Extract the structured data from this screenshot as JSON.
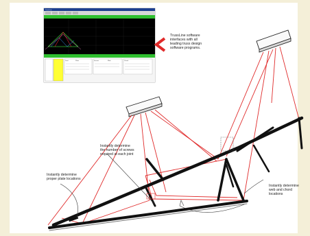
{
  "screenshot": {
    "window_title": "TrussLine",
    "trace_table_headers": [
      "Joint",
      "Plate",
      "Screws",
      "Web",
      "Chord"
    ]
  },
  "callouts": {
    "software": [
      "TrussLine software",
      "interfaces with all",
      "leading truss design",
      "software programs."
    ],
    "screws": [
      "Instantly determine",
      "the number of screws",
      "required at each joint"
    ],
    "plates": [
      "Instantly determine",
      "proper plate locations"
    ],
    "web_chord": [
      "Instantly determine",
      "web and chord",
      "locations"
    ]
  },
  "colors": {
    "background": "#f4efd8",
    "laser_lines": "#e02a2a",
    "truss": "#111111",
    "arrow": "#e02a2a"
  }
}
